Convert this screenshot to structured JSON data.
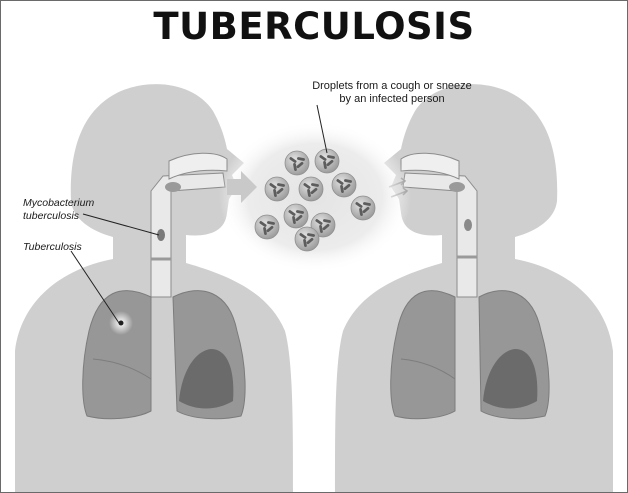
{
  "title": "TUBERCULOSIS",
  "labels": {
    "droplets_line1": "Droplets from a cough or sneeze",
    "droplets_line2": "by an infected person",
    "myco_line1": "Mycobacterium",
    "myco_line2": "tuberculosis",
    "tuberculosis": "Tuberculosis"
  },
  "colors": {
    "body": "#cfcfcf",
    "lung": "#979797",
    "lung_dark": "#6b6b6b",
    "airway": "#e7e7e7",
    "droplet_halo": "#e9e9e9",
    "droplet": "#b9b9b9",
    "bacteria": "#5d5d5d"
  },
  "droplet_count": 10
}
